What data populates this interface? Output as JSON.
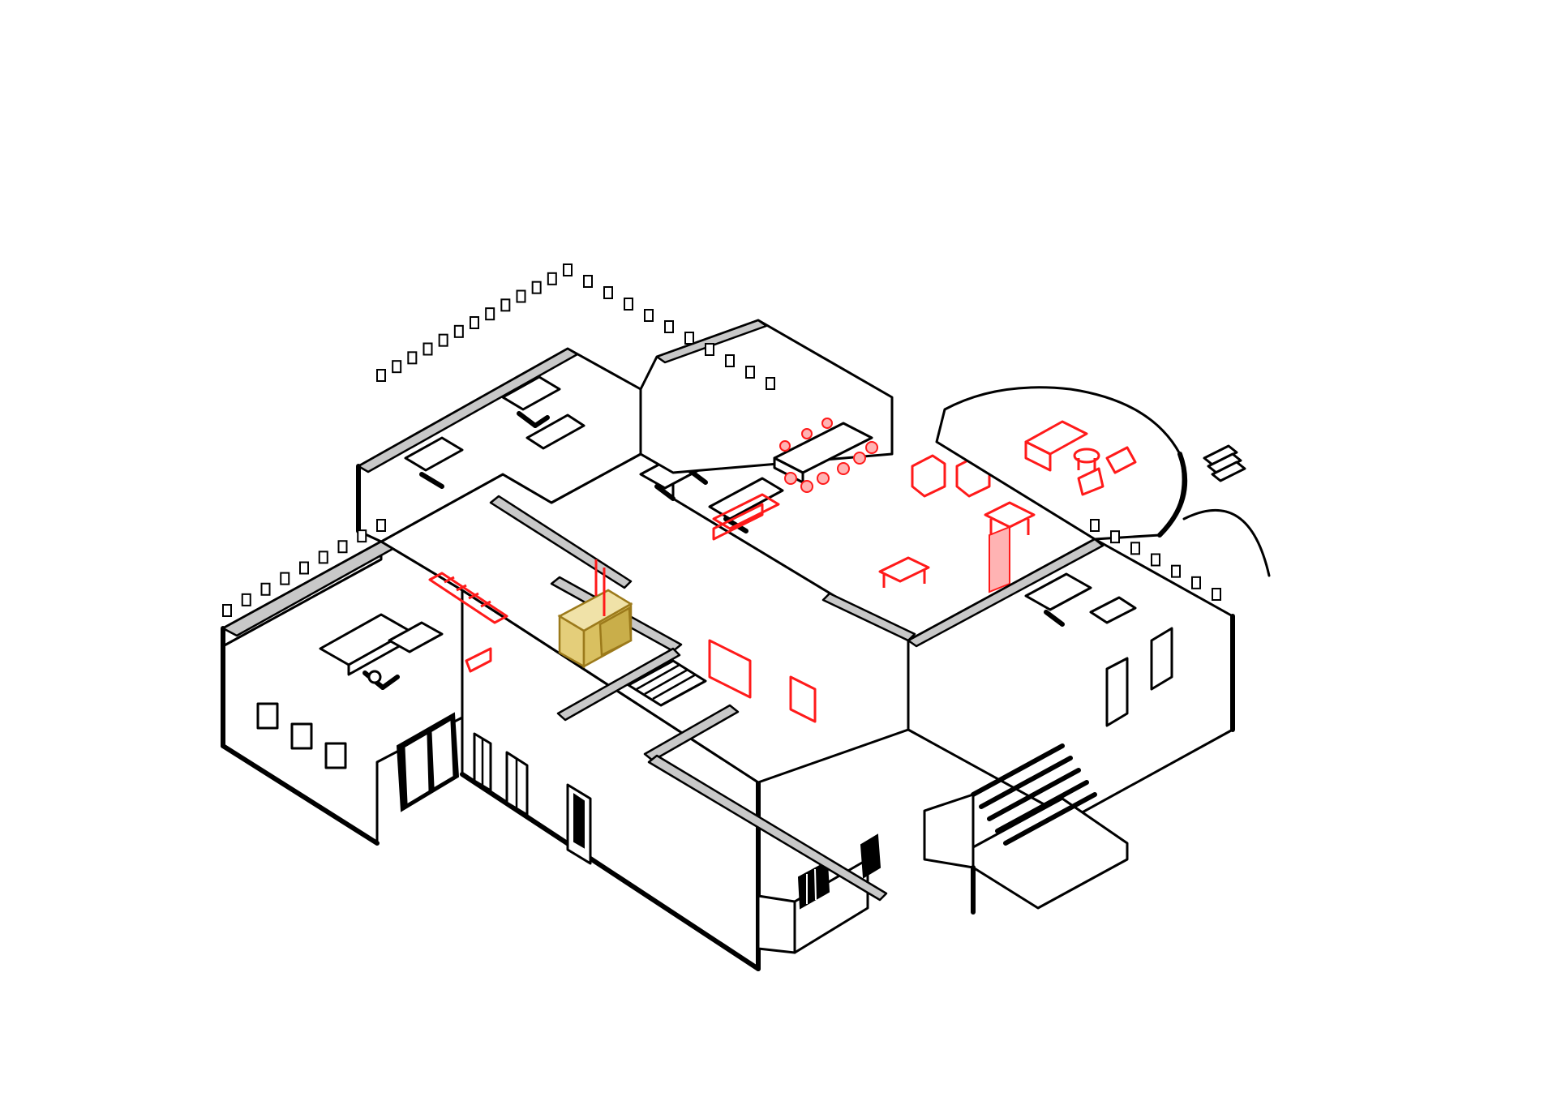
{
  "colors": {
    "background": "#ffffff",
    "line": "#000000",
    "wall_cap": "#c8c8c8",
    "furniture_highlight": "#ff1a1a",
    "selection_highlight": "#d9c060"
  },
  "walls": [
    [
      [
        312,
        842
      ],
      [
        322,
        830
      ],
      [
        336,
        816
      ]
    ],
    [
      [
        462,
        752
      ],
      [
        466,
        744
      ]
    ]
  ]
}
